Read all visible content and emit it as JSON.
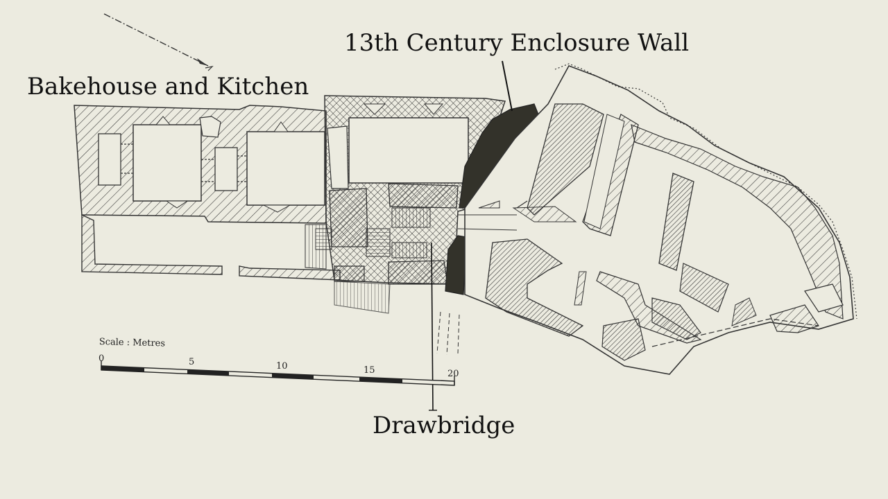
{
  "labels": {
    "bakehouse": "Bakehouse and Kitchen",
    "enclosure_wall": "13th Century Enclosure Wall",
    "drawbridge": "Drawbridge"
  },
  "scale": {
    "title": "Scale : Metres",
    "ticks": [
      "0",
      "5",
      "10",
      "15",
      "20"
    ]
  },
  "colors": {
    "background": "#ecebe0",
    "ink": "#222222",
    "wall_fill": "#33322a"
  },
  "icons": [
    "north-arrow-icon"
  ]
}
